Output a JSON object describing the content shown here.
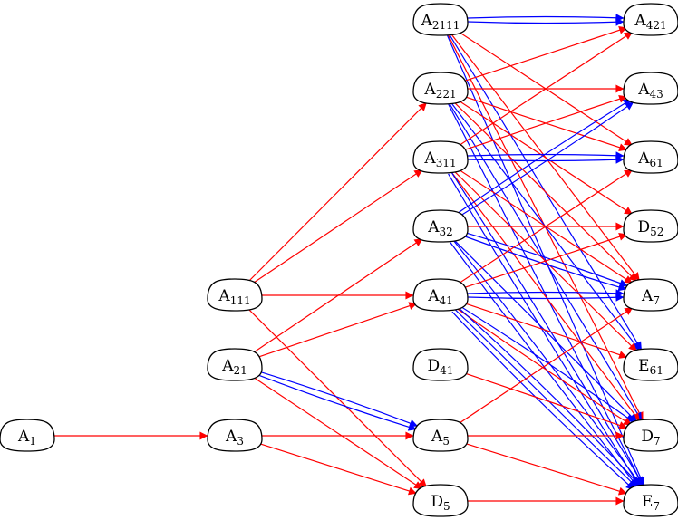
{
  "colors": {
    "red": "#ff0000",
    "blue": "#0000ff",
    "outline": "#000000"
  },
  "nodes": [
    {
      "id": "A1",
      "base": "A",
      "sub": "1"
    },
    {
      "id": "A3",
      "base": "A",
      "sub": "3"
    },
    {
      "id": "A111",
      "base": "A",
      "sub": "111"
    },
    {
      "id": "A21",
      "base": "A",
      "sub": "21"
    },
    {
      "id": "A2111",
      "base": "A",
      "sub": "2111"
    },
    {
      "id": "A221",
      "base": "A",
      "sub": "221"
    },
    {
      "id": "A311",
      "base": "A",
      "sub": "311"
    },
    {
      "id": "A32",
      "base": "A",
      "sub": "32"
    },
    {
      "id": "A41",
      "base": "A",
      "sub": "41"
    },
    {
      "id": "D41",
      "base": "D",
      "sub": "41"
    },
    {
      "id": "A5",
      "base": "A",
      "sub": "5"
    },
    {
      "id": "D5",
      "base": "D",
      "sub": "5"
    },
    {
      "id": "A421",
      "base": "A",
      "sub": "421"
    },
    {
      "id": "A43",
      "base": "A",
      "sub": "43"
    },
    {
      "id": "A61",
      "base": "A",
      "sub": "61"
    },
    {
      "id": "D52",
      "base": "D",
      "sub": "52"
    },
    {
      "id": "A7",
      "base": "A",
      "sub": "7"
    },
    {
      "id": "E61",
      "base": "E",
      "sub": "61"
    },
    {
      "id": "D7",
      "base": "D",
      "sub": "7"
    },
    {
      "id": "E7",
      "base": "E",
      "sub": "7"
    }
  ],
  "edges": [
    {
      "from": "A1",
      "to": "A3",
      "color": "red"
    },
    {
      "from": "A3",
      "to": "A5",
      "color": "red"
    },
    {
      "from": "A3",
      "to": "D5",
      "color": "red"
    },
    {
      "from": "A111",
      "to": "A221",
      "color": "red"
    },
    {
      "from": "A111",
      "to": "A311",
      "color": "red"
    },
    {
      "from": "A111",
      "to": "A41",
      "color": "red"
    },
    {
      "from": "A111",
      "to": "D5",
      "color": "red"
    },
    {
      "from": "A21",
      "to": "A32",
      "color": "red"
    },
    {
      "from": "A21",
      "to": "A41",
      "color": "red"
    },
    {
      "from": "A21",
      "to": "A5",
      "color": "blue"
    },
    {
      "from": "A21",
      "to": "A5",
      "color": "blue"
    },
    {
      "from": "A21",
      "to": "D5",
      "color": "red"
    },
    {
      "from": "A2111",
      "to": "A421",
      "color": "blue"
    },
    {
      "from": "A2111",
      "to": "A421",
      "color": "blue"
    },
    {
      "from": "A2111",
      "to": "A61",
      "color": "red"
    },
    {
      "from": "A2111",
      "to": "A7",
      "color": "red"
    },
    {
      "from": "A2111",
      "to": "E61",
      "color": "blue"
    },
    {
      "from": "A2111",
      "to": "D7",
      "color": "red"
    },
    {
      "from": "A2111",
      "to": "E7",
      "color": "blue"
    },
    {
      "from": "A221",
      "to": "A421",
      "color": "red"
    },
    {
      "from": "A221",
      "to": "A43",
      "color": "red"
    },
    {
      "from": "A221",
      "to": "A61",
      "color": "red"
    },
    {
      "from": "A221",
      "to": "D52",
      "color": "red"
    },
    {
      "from": "A221",
      "to": "A7",
      "color": "red"
    },
    {
      "from": "A221",
      "to": "E61",
      "color": "blue"
    },
    {
      "from": "A221",
      "to": "D7",
      "color": "blue"
    },
    {
      "from": "A221",
      "to": "E7",
      "color": "blue"
    },
    {
      "from": "A311",
      "to": "A421",
      "color": "red"
    },
    {
      "from": "A311",
      "to": "A43",
      "color": "red"
    },
    {
      "from": "A311",
      "to": "A61",
      "color": "blue"
    },
    {
      "from": "A311",
      "to": "A61",
      "color": "blue"
    },
    {
      "from": "A311",
      "to": "A7",
      "color": "red"
    },
    {
      "from": "A311",
      "to": "E61",
      "color": "red"
    },
    {
      "from": "A311",
      "to": "D7",
      "color": "red"
    },
    {
      "from": "A311",
      "to": "E7",
      "color": "blue"
    },
    {
      "from": "A311",
      "to": "E7",
      "color": "blue"
    },
    {
      "from": "A32",
      "to": "A43",
      "color": "blue"
    },
    {
      "from": "A32",
      "to": "A43",
      "color": "blue"
    },
    {
      "from": "A32",
      "to": "D52",
      "color": "red"
    },
    {
      "from": "A32",
      "to": "A7",
      "color": "blue"
    },
    {
      "from": "A32",
      "to": "A7",
      "color": "blue"
    },
    {
      "from": "A32",
      "to": "D7",
      "color": "blue"
    },
    {
      "from": "A32",
      "to": "E7",
      "color": "blue"
    },
    {
      "from": "A32",
      "to": "E7",
      "color": "blue"
    },
    {
      "from": "A41",
      "to": "A61",
      "color": "red"
    },
    {
      "from": "A41",
      "to": "D52",
      "color": "red"
    },
    {
      "from": "A41",
      "to": "A7",
      "color": "blue"
    },
    {
      "from": "A41",
      "to": "A7",
      "color": "blue"
    },
    {
      "from": "A41",
      "to": "E61",
      "color": "red"
    },
    {
      "from": "A41",
      "to": "D7",
      "color": "blue"
    },
    {
      "from": "A41",
      "to": "D7",
      "color": "red"
    },
    {
      "from": "A41",
      "to": "E7",
      "color": "blue"
    },
    {
      "from": "A41",
      "to": "E7",
      "color": "blue"
    },
    {
      "from": "A41",
      "to": "E7",
      "color": "blue"
    },
    {
      "from": "D41",
      "to": "D7",
      "color": "red"
    },
    {
      "from": "A5",
      "to": "A7",
      "color": "red"
    },
    {
      "from": "A5",
      "to": "D7",
      "color": "red"
    },
    {
      "from": "A5",
      "to": "E7",
      "color": "red"
    },
    {
      "from": "D5",
      "to": "E7",
      "color": "red"
    }
  ]
}
